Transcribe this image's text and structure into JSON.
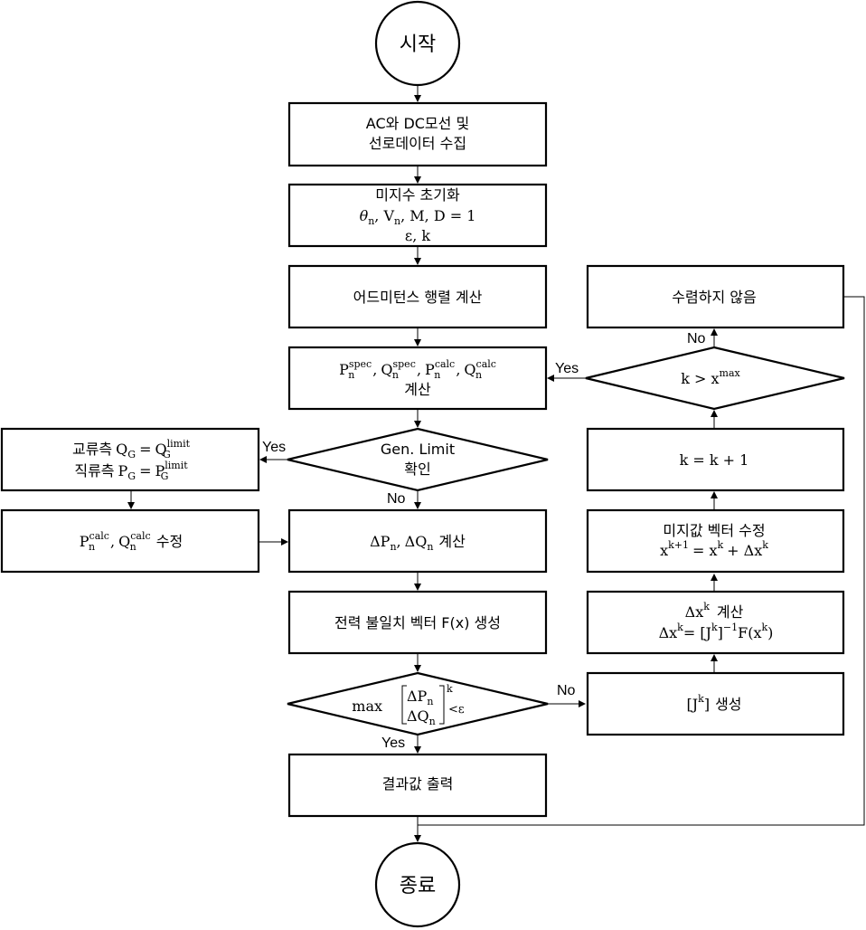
{
  "terminals": {
    "start": "시작",
    "end": "종료"
  },
  "steps": {
    "collect": [
      "AC와 DC모선 및",
      "선로데이터 수집"
    ],
    "init": {
      "title": "미지수 초기화",
      "vars1_theta": "θ",
      "vars1_rest": ", V",
      "vars1_tail": ", M, D = 1",
      "vars2": "ε, k",
      "sub_n": "n"
    },
    "admittance": "어드미턴스 행렬 계산",
    "calc_pq": {
      "P": "P",
      "Q": "Q",
      "n": "n",
      "spec": "spec",
      "calc": "calc",
      "comma": ",",
      "label": "계산"
    },
    "gen_limit": [
      "Gen. Limit",
      "확인"
    ],
    "limit_action": {
      "ac_prefix": "교류측",
      "dc_prefix": "직류측",
      "Q": "Q",
      "P": "P",
      "G": "G",
      "eq": "=",
      "limit": "limit"
    },
    "modify": {
      "suffix": "수정"
    },
    "mismatch": {
      "delta": "ΔP",
      "delta_q": "ΔQ",
      "label": "계산"
    },
    "vector": "전력 불일치 벡터 F(x) 생성",
    "converge_check": {
      "max": "max",
      "lt": "<ε",
      "k": "k",
      "dp": "ΔP",
      "dq": "ΔQ"
    },
    "result": "결과값 출력",
    "jacobian": {
      "J": "[J",
      "k": "k",
      "close": "]",
      "label": "생성"
    },
    "delta_x": {
      "title": "Δx",
      "title_sup": "k",
      "title_label": "계산",
      "eq_lhs": "Δx",
      "eq_rhs": "= [J",
      "inv": "]",
      "minus1": "−1",
      "F": "F(x",
      "close": ")"
    },
    "update": {
      "title": "미지값 벡터 수정",
      "x": "x",
      "sup_next": "k+1",
      "eq": "= x",
      "plus": "+ Δx",
      "sup_k": "k"
    },
    "increment": "k  = k + 1",
    "max_check": {
      "k": "k  > x",
      "max": "max"
    },
    "not_converged": "수렴하지 않음"
  },
  "edges": {
    "yes": "Yes",
    "no": "No"
  }
}
